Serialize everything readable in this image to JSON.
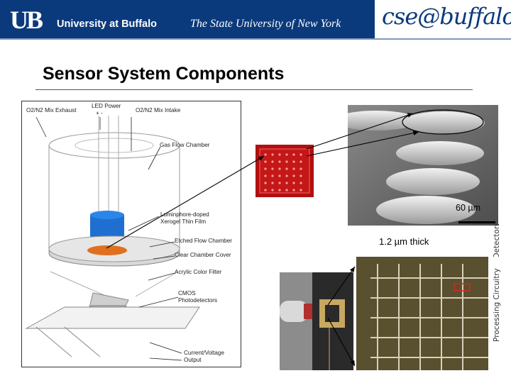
{
  "header": {
    "ub_logo": "UB",
    "university_name": "University at Buffalo",
    "state_university": "The State University of New York",
    "cse_logo": "cse@buffalo",
    "colors": {
      "banner": "#0b3a7c",
      "cse_text": "#0b3a7c"
    }
  },
  "slide": {
    "title": "Sensor System Components"
  },
  "diagram": {
    "labels": {
      "exhaust": "O2/N2 Mix Exhaust",
      "led_power": "LED Power",
      "led_signs": "+ -",
      "intake": "O2/N2 Mix Intake",
      "chamber": "Gas Flow Chamber",
      "film_1": "Luminphore-doped",
      "film_2": "Xerogel Thin Film",
      "etched": "Etched Flow Chamber",
      "cover": "Clear Chamber Cover",
      "filter": "Acrylic Color Filter",
      "cmos_1": "CMOS",
      "cmos_2": "Photodetectors",
      "output_1": "Current/Voltage",
      "output_2": "Output"
    }
  },
  "annotations": {
    "scale": "60 µm",
    "thickness": "1.2 µm thick",
    "detector_label": "Detectors",
    "circuitry_label": "Processing Circuitry"
  }
}
